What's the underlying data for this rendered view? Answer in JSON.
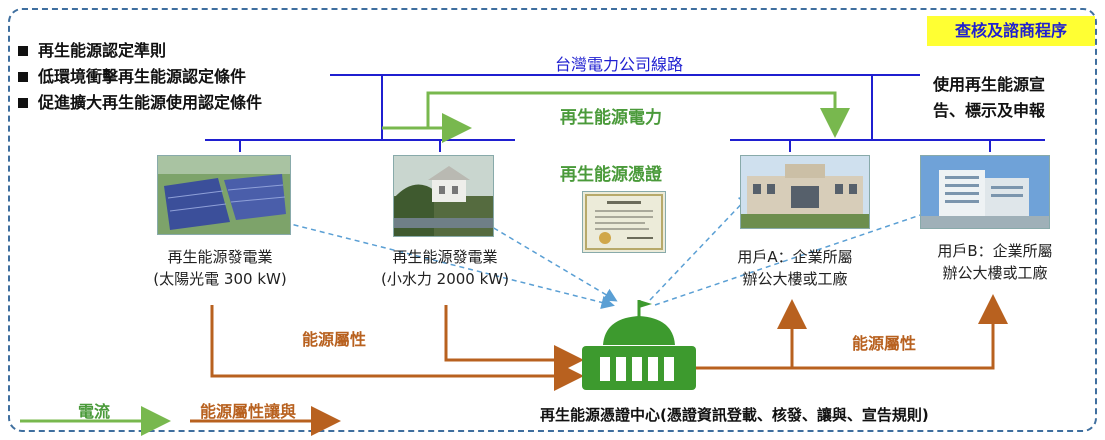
{
  "badge": "查核及諮商程序",
  "rules": [
    "再生能源認定準則",
    "低環境衝擊再生能源認定條件",
    "促進擴大再生能源使用認定條件"
  ],
  "grid_label": "台灣電力公司線路",
  "user_declaration": [
    "使用再生能源宣",
    "告、標示及申報"
  ],
  "re_power_label": "再生能源電力",
  "certificate_label": "再生能源憑證",
  "generators": [
    {
      "line1": "再生能源發電業",
      "line2": "(太陽光電 300 kW)",
      "photo_icon": "solar-farm-photo"
    },
    {
      "line1": "再生能源發電業",
      "line2": "(小水力 2000 kW)",
      "photo_icon": "small-hydro-photo"
    }
  ],
  "users": [
    {
      "line1": "用戶A：企業所屬",
      "line2": "辦公大樓或工廠",
      "photo_icon": "office-building-photo"
    },
    {
      "line1": "用戶B：企業所屬",
      "line2": "辦公大樓或工廠",
      "photo_icon": "factory-building-photo"
    }
  ],
  "attribute_left": "能源屬性",
  "attribute_right": "能源屬性",
  "center_label": "再生能源憑證中心(憑證資訊登載、核發、讓與、宣告規則)",
  "legend": {
    "current": "電流",
    "transfer": "能源屬性讓與"
  },
  "colors": {
    "grid_line": "#1f1fd0",
    "power_flow": "#78b84e",
    "attribute_flow": "#b8611f",
    "certificate_link": "#5a9fd4",
    "center_icon": "#3d9a2e",
    "badge_bg": "#ffff33"
  }
}
